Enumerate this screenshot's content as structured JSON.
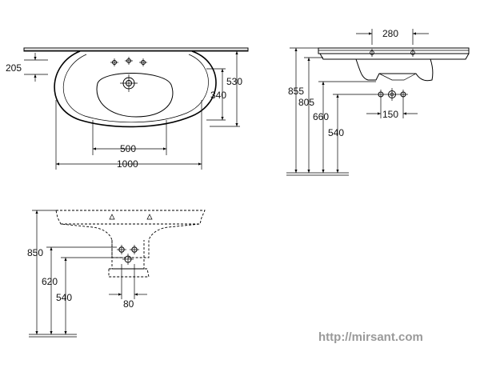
{
  "top_view": {
    "dims": {
      "d205": "205",
      "d530": "530",
      "d340": "340",
      "d500": "500",
      "d1000": "1000"
    }
  },
  "side_view": {
    "dims": {
      "d280": "280",
      "d855": "855",
      "d805": "805",
      "d660": "660",
      "d540": "540",
      "d150": "150"
    }
  },
  "pedestal_view": {
    "dims": {
      "d850": "850",
      "d620": "620",
      "d540": "540",
      "d80": "80"
    }
  },
  "watermark": "http://mirsant.com"
}
